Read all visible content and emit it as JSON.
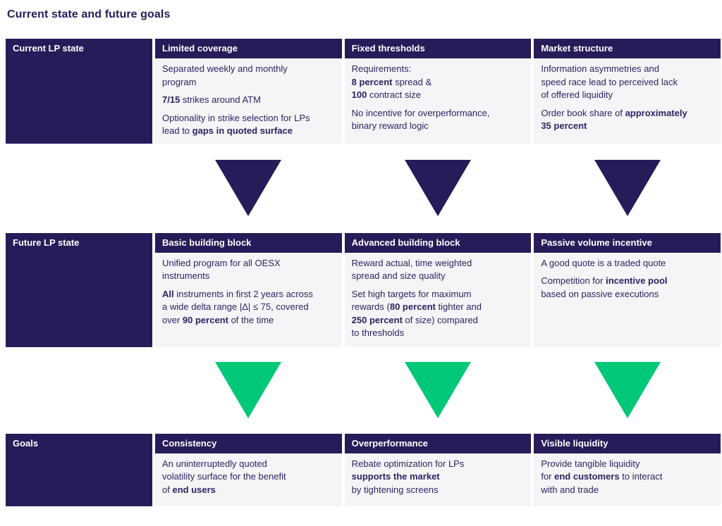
{
  "title": "Current state and future goals",
  "colors": {
    "navy": "#281b59",
    "green": "#00c878",
    "card_bg": "#f5f4f6",
    "text": "#2d2362"
  },
  "rows": [
    {
      "label": "Current LP state",
      "arrow": "navy",
      "cards": [
        {
          "header": "Limited coverage",
          "paragraphs": [
            [
              {
                "t": "Separated weekly and monthly\nprogram"
              }
            ],
            [
              {
                "t": "7/15",
                "b": true
              },
              {
                "t": " strikes around ATM"
              }
            ],
            [
              {
                "t": "Optionality in strike selection for LPs\nlead to "
              },
              {
                "t": "gaps in quoted surface",
                "b": true
              }
            ]
          ]
        },
        {
          "header": "Fixed thresholds",
          "paragraphs": [
            [
              {
                "t": "Requirements:\n"
              },
              {
                "t": "8 percent",
                "b": true
              },
              {
                "t": " spread &\n"
              },
              {
                "t": "100",
                "b": true
              },
              {
                "t": " contract size"
              }
            ],
            [
              {
                "t": "No incentive for overperformance,\nbinary reward logic"
              }
            ]
          ]
        },
        {
          "header": "Market structure",
          "paragraphs": [
            [
              {
                "t": "Information asymmetries and\nspeed race lead to perceived lack\nof offered liquidity"
              }
            ],
            [
              {
                "t": "Order book share of "
              },
              {
                "t": "approximately\n35 percent",
                "b": true
              }
            ]
          ]
        }
      ]
    },
    {
      "label": "Future LP state",
      "arrow": "green",
      "cards": [
        {
          "header": "Basic building block",
          "paragraphs": [
            [
              {
                "t": "Unified program for all OESX\ninstruments"
              }
            ],
            [
              {
                "t": "All",
                "b": true
              },
              {
                "t": " instruments in first 2 years across\na wide delta range |Δ| ≤ 75, covered\nover "
              },
              {
                "t": "90 percent",
                "b": true
              },
              {
                "t": " of the time"
              }
            ]
          ]
        },
        {
          "header": "Advanced building block",
          "paragraphs": [
            [
              {
                "t": "Reward actual, time weighted\nspread and size quality"
              }
            ],
            [
              {
                "t": "Set high targets for maximum\nrewards ("
              },
              {
                "t": "80 percent",
                "b": true
              },
              {
                "t": " tighter and\n"
              },
              {
                "t": "250 percent",
                "b": true
              },
              {
                "t": " of size) compared\nto thresholds"
              }
            ]
          ]
        },
        {
          "header": "Passive volume incentive",
          "paragraphs": [
            [
              {
                "t": "A good quote is a traded quote"
              }
            ],
            [
              {
                "t": "Competition for "
              },
              {
                "t": "incentive pool",
                "b": true
              },
              {
                "t": "\nbased on passive executions"
              }
            ]
          ]
        }
      ]
    },
    {
      "label": "Goals",
      "arrow": null,
      "cards": [
        {
          "header": "Consistency",
          "paragraphs": [
            [
              {
                "t": "An uninterruptedly quoted\nvolatility surface for the benefit\nof "
              },
              {
                "t": "end users",
                "b": true
              }
            ]
          ]
        },
        {
          "header": "Overperformance",
          "paragraphs": [
            [
              {
                "t": "Rebate optimization for LPs\n"
              },
              {
                "t": "supports the market",
                "b": true
              },
              {
                "t": "\nby tightening screens"
              }
            ]
          ]
        },
        {
          "header": "Visible liquidity",
          "paragraphs": [
            [
              {
                "t": "Provide tangible liquidity\nfor "
              },
              {
                "t": "end customers",
                "b": true
              },
              {
                "t": " to interact\nwith and trade"
              }
            ]
          ]
        }
      ]
    }
  ]
}
